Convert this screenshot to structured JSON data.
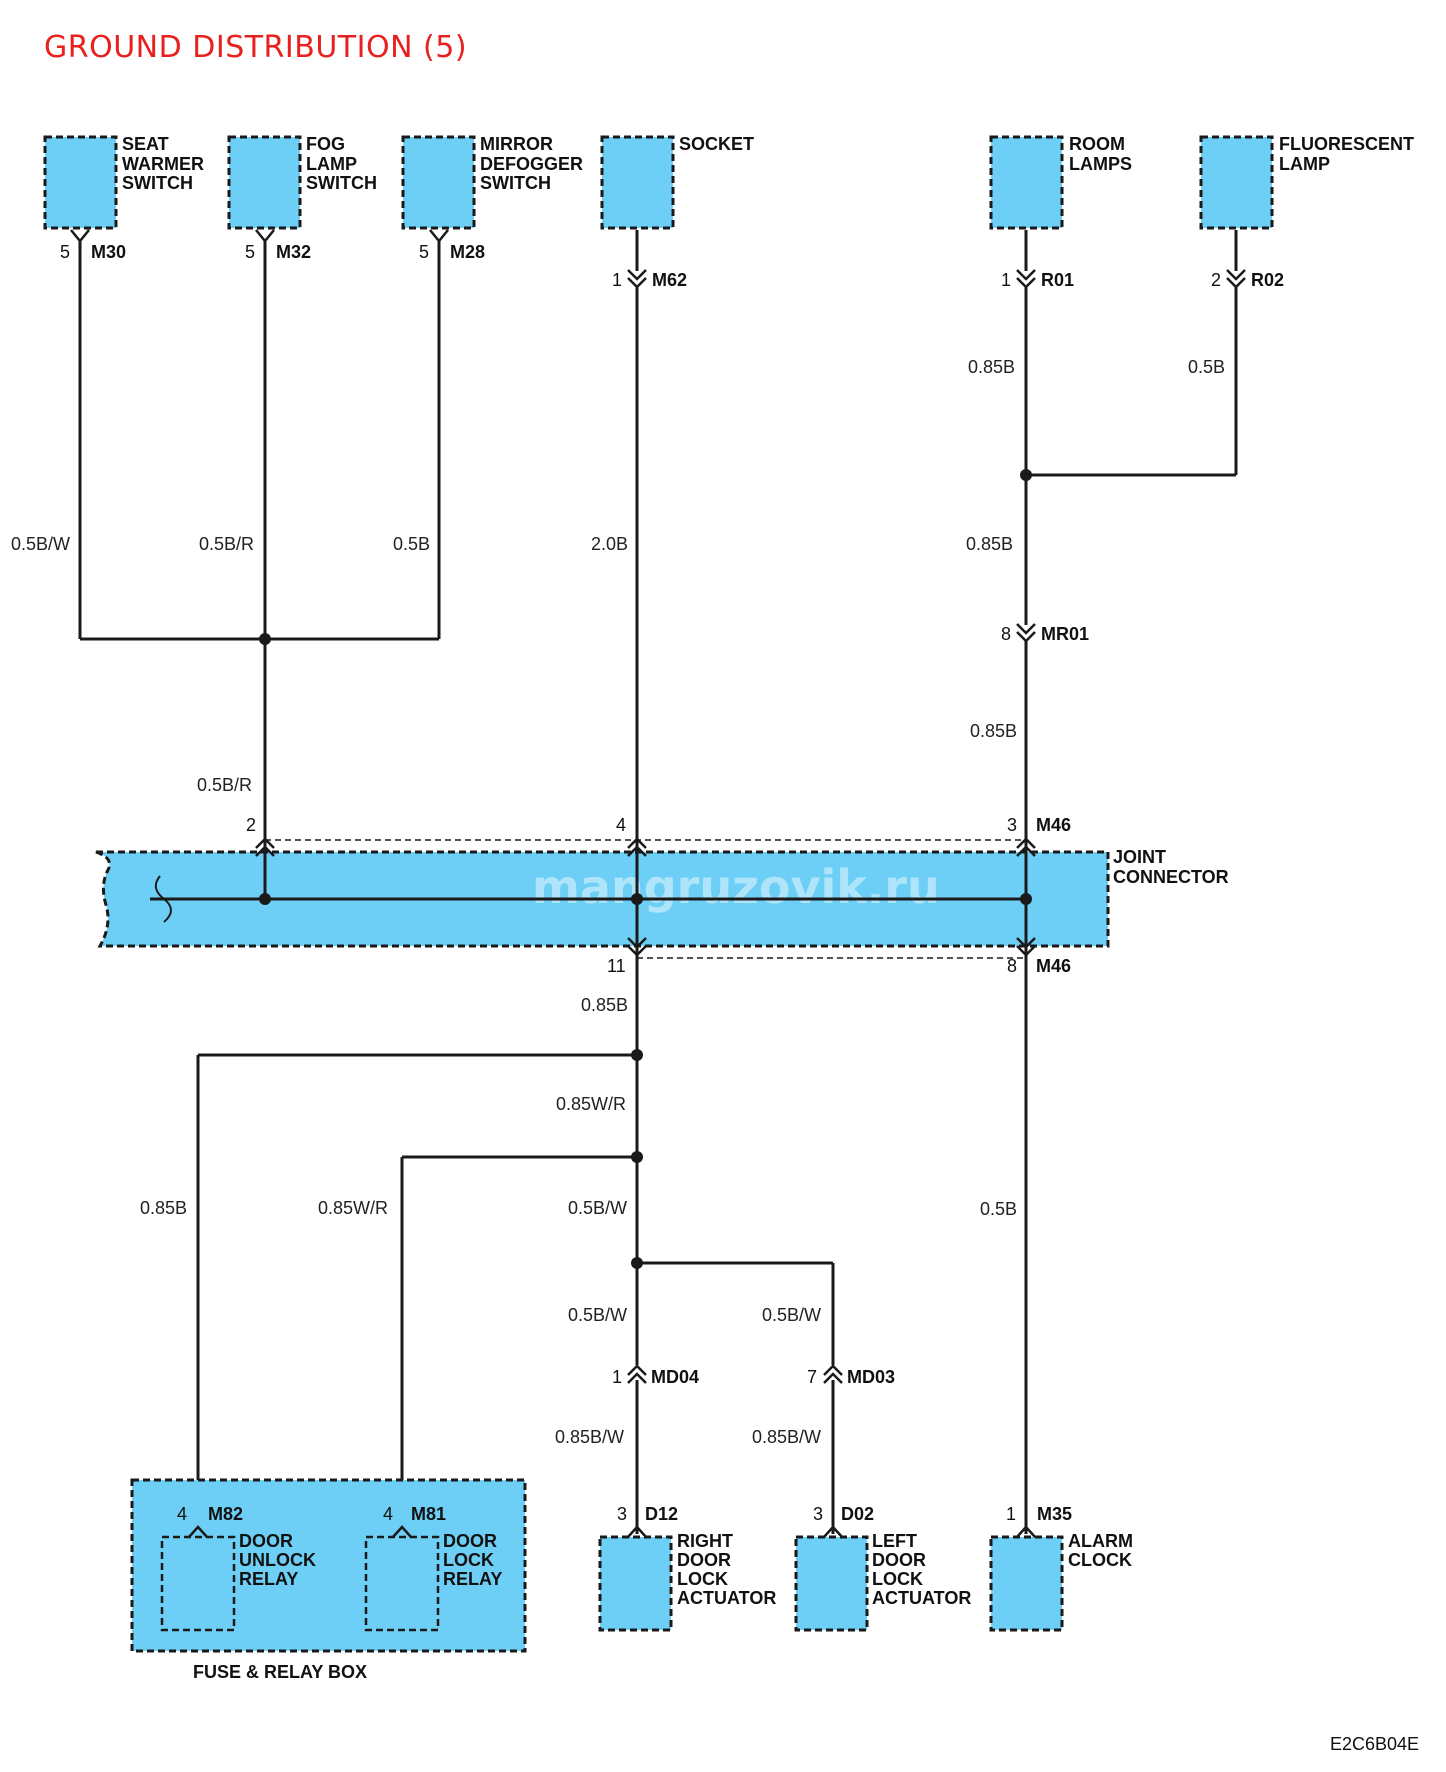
{
  "title": "GROUND DISTRIBUTION (5)",
  "watermark": "mangruzovik.ru",
  "diagram_code": "E2C6B04E",
  "colors": {
    "component_fill": "#6ecff6",
    "wire": "#1a1a1a",
    "title": "#e8201e"
  },
  "components": {
    "seat_warmer": [
      "SEAT",
      "WARMER",
      "SWITCH"
    ],
    "fog_lamp": [
      "FOG",
      "LAMP",
      "SWITCH"
    ],
    "mirror_defogger": [
      "MIRROR",
      "DEFOGGER",
      "SWITCH"
    ],
    "socket": [
      "SOCKET"
    ],
    "room_lamps": [
      "ROOM",
      "LAMPS"
    ],
    "fluorescent_lamp": [
      "FLUORESCENT",
      "LAMP"
    ],
    "joint_connector": [
      "JOINT",
      "CONNECTOR"
    ],
    "door_unlock_relay": [
      "DOOR",
      "UNLOCK",
      "RELAY"
    ],
    "door_lock_relay": [
      "DOOR",
      "LOCK",
      "RELAY"
    ],
    "fuse_relay_box": "FUSE & RELAY BOX",
    "right_door_lock": [
      "RIGHT",
      "DOOR",
      "LOCK",
      "ACTUATOR"
    ],
    "left_door_lock": [
      "LEFT",
      "DOOR",
      "LOCK",
      "ACTUATOR"
    ],
    "alarm_clock": [
      "ALARM",
      "CLOCK"
    ]
  },
  "connectors": {
    "m30": {
      "pin": "5",
      "id": "M30"
    },
    "m32": {
      "pin": "5",
      "id": "M32"
    },
    "m28": {
      "pin": "5",
      "id": "M28"
    },
    "m62": {
      "pin": "1",
      "id": "M62"
    },
    "r01": {
      "pin": "1",
      "id": "R01"
    },
    "r02": {
      "pin": "2",
      "id": "R02"
    },
    "mr01": {
      "pin": "8",
      "id": "MR01"
    },
    "jc_top": {
      "pin_left": "2",
      "pin_mid": "4",
      "pin_right": "3",
      "id": "M46"
    },
    "jc_bot": {
      "pin_mid": "11",
      "pin_right": "8",
      "id": "M46"
    },
    "md04": {
      "pin": "1",
      "id": "MD04"
    },
    "md03": {
      "pin": "7",
      "id": "MD03"
    },
    "m82": {
      "pin": "4",
      "id": "M82"
    },
    "m81": {
      "pin": "4",
      "id": "M81"
    },
    "d12": {
      "pin": "3",
      "id": "D12"
    },
    "d02": {
      "pin": "3",
      "id": "D02"
    },
    "m35": {
      "pin": "1",
      "id": "M35"
    }
  },
  "wires": {
    "seat_warmer": "0.5B/W",
    "fog_lamp": "0.5B/R",
    "mirror": "0.5B",
    "socket": "2.0B",
    "room_lamps": "0.85B",
    "fluorescent": "0.5B",
    "room_merged": "0.85B",
    "mr01_down": "0.85B",
    "left_to_jc": "0.5B/R",
    "jc_out": "0.85B",
    "mid_1": "0.85W/R",
    "unlock_relay": "0.85B",
    "lock_relay": "0.85W/R",
    "mid_2": "0.5B/W",
    "md04_up": "0.5B/W",
    "md03_up": "0.5B/W",
    "md04_down": "0.85B/W",
    "md03_down": "0.85B/W",
    "alarm": "0.5B"
  }
}
